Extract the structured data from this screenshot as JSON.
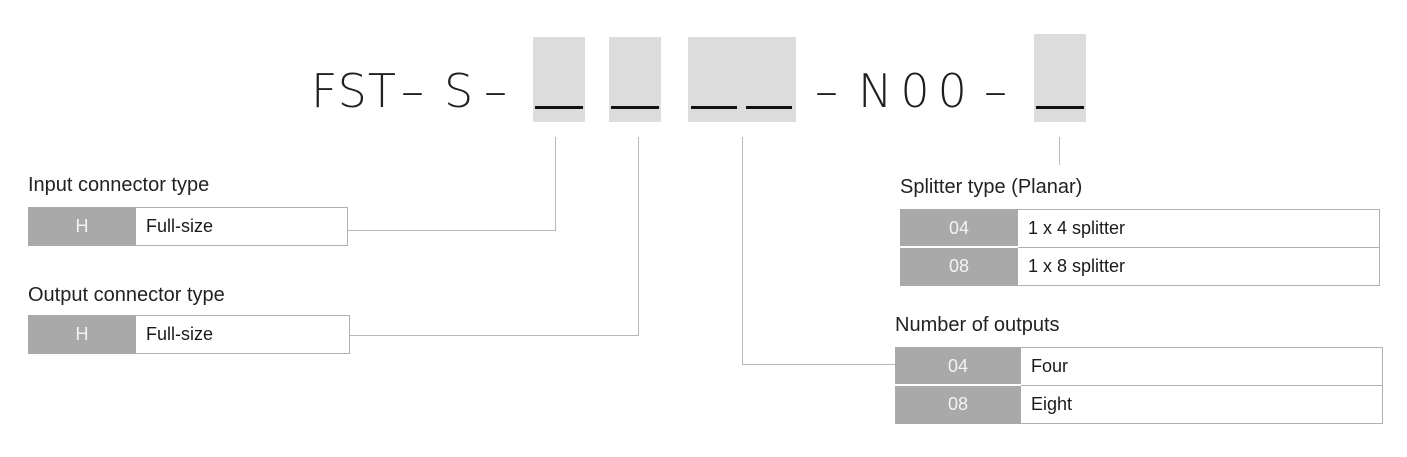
{
  "part_number": {
    "prefix1": "FST",
    "dash1": "–",
    "prefix2": "S",
    "dash2": "–",
    "dash3": "–",
    "fixed": "N00",
    "dash4": "–"
  },
  "input_connector": {
    "title": "Input connector type",
    "options": [
      {
        "code": "H",
        "description": "Full-size"
      }
    ]
  },
  "output_connector": {
    "title": "Output connector type",
    "options": [
      {
        "code": "H",
        "description": "Full-size"
      }
    ]
  },
  "splitter_type": {
    "title": "Splitter type (Planar)",
    "options": [
      {
        "code": "04",
        "description": "1 x 4 splitter"
      },
      {
        "code": "08",
        "description": "1 x 8 splitter"
      }
    ]
  },
  "number_of_outputs": {
    "title": "Number of outputs",
    "options": [
      {
        "code": "04",
        "description": "Four"
      },
      {
        "code": "08",
        "description": "Eight"
      }
    ]
  },
  "colors": {
    "slot_fill": "#dcdcdc",
    "code_cell": "#a9a9a9",
    "connector_line": "#b8b8b8"
  }
}
